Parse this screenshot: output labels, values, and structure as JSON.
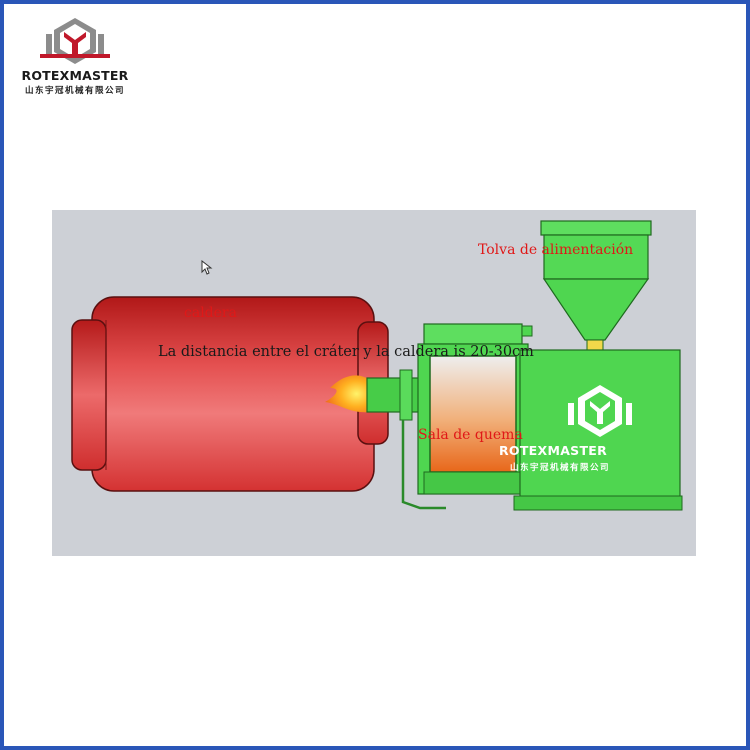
{
  "brand": {
    "name": "ROTEXMASTER",
    "subtitle_cn": "山东宇冠机械有限公司"
  },
  "diagram": {
    "labels": {
      "boiler": "caldera",
      "distance_note": "La distancia entre el cráter y la caldera is 20-30cm",
      "hopper": "Tolva de alimentación",
      "combustion_chamber": "Sala de quema"
    },
    "machine_brand": {
      "name": "ROTEXMASTER",
      "subtitle_cn": "山东宇冠机械有限公司"
    }
  },
  "colors": {
    "frame": "#2a56b8",
    "boiler": "#d83a3a",
    "burner": "#4fd650",
    "label_red": "#e01818",
    "background": "#cdd0d6"
  },
  "icons": [
    "rotexmaster-logo-icon",
    "cursor-icon",
    "flame-icon"
  ]
}
